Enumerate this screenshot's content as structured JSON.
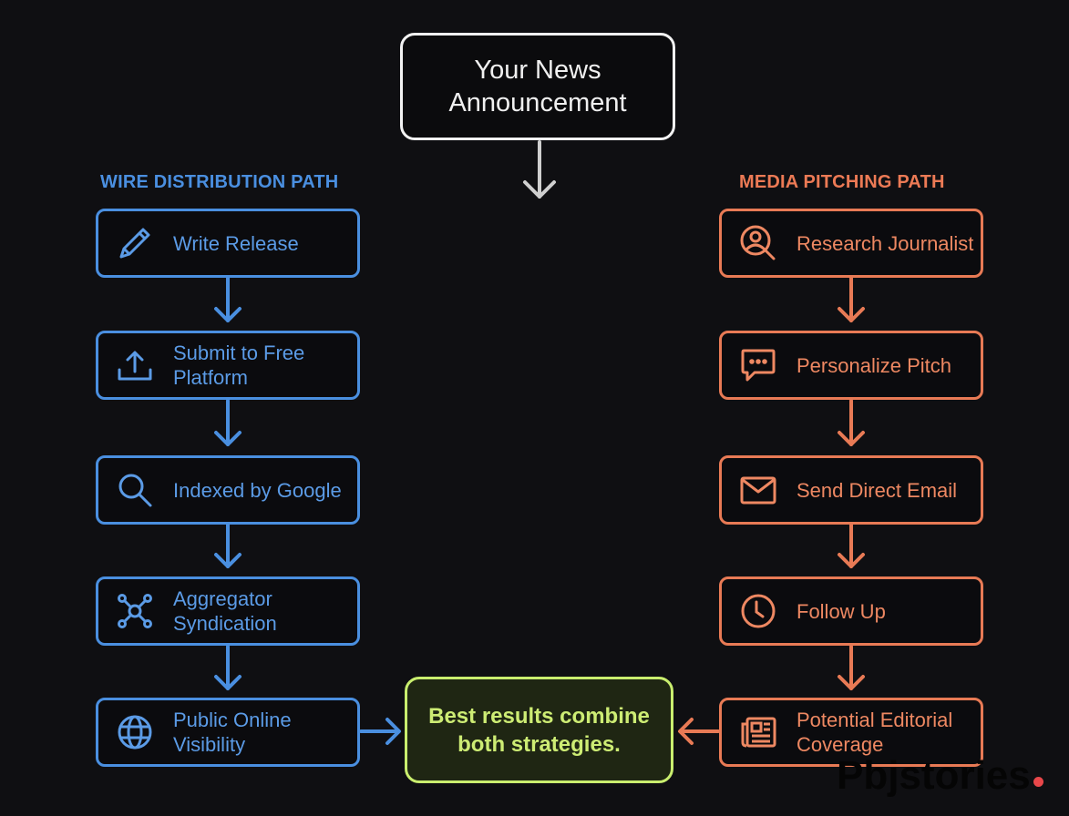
{
  "start": {
    "title": "Your News Announcement",
    "line1": "Your News",
    "line2": "Announcement",
    "color": "#f2f2f2"
  },
  "wire_path": {
    "title": "WIRE DISTRIBUTION PATH",
    "color": "#4a8fe0",
    "steps": [
      {
        "icon": "pencil-icon",
        "line1": "Write Release",
        "line2": ""
      },
      {
        "icon": "upload-icon",
        "line1": "Submit to Free",
        "line2": "Platform"
      },
      {
        "icon": "search-icon",
        "line1": "Indexed by Google",
        "line2": ""
      },
      {
        "icon": "network-icon",
        "line1": "Aggregator",
        "line2": "Syndication"
      },
      {
        "icon": "globe-icon",
        "line1": "Public Online",
        "line2": "Visibility"
      }
    ]
  },
  "media_path": {
    "title": "MEDIA PITCHING PATH",
    "color": "#e87a55",
    "steps": [
      {
        "icon": "user-search-icon",
        "line1": "Research Journalist",
        "line2": ""
      },
      {
        "icon": "chat-bubble-icon",
        "line1": "Personalize Pitch",
        "line2": ""
      },
      {
        "icon": "envelope-icon",
        "line1": "Send Direct Email",
        "line2": ""
      },
      {
        "icon": "clock-icon",
        "line1": "Follow Up",
        "line2": ""
      },
      {
        "icon": "newspaper-icon",
        "line1": "Potential Editorial",
        "line2": "Coverage"
      }
    ]
  },
  "result": {
    "line1": "Best results combine",
    "line2": "both strategies.",
    "color": "#c9ee6e"
  },
  "watermark": {
    "text": "Pbjstories",
    "dot_color": "#e8474a"
  }
}
